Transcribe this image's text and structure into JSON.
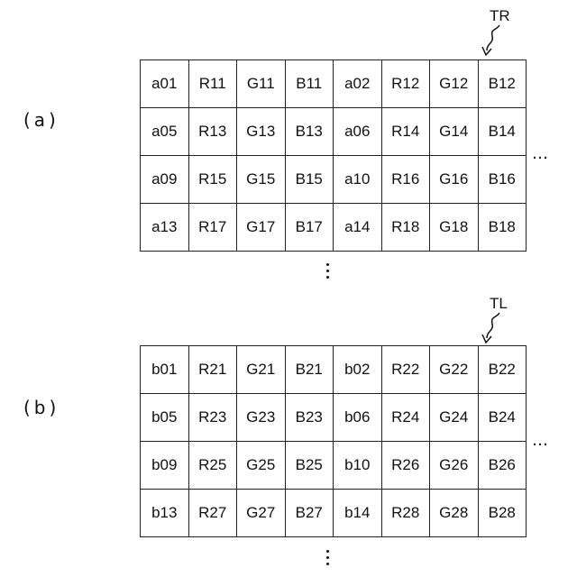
{
  "panels": [
    {
      "label": "(a)",
      "callout": "TR",
      "rows": [
        [
          "a01",
          "R11",
          "G11",
          "B11",
          "a02",
          "R12",
          "G12",
          "B12"
        ],
        [
          "a05",
          "R13",
          "G13",
          "B13",
          "a06",
          "R14",
          "G14",
          "B14"
        ],
        [
          "a09",
          "R15",
          "G15",
          "B15",
          "a10",
          "R16",
          "G16",
          "B16"
        ],
        [
          "a13",
          "R17",
          "G17",
          "B17",
          "a14",
          "R18",
          "G18",
          "B18"
        ]
      ],
      "ellipsis_right": "…",
      "ellipsis_below": "⋮"
    },
    {
      "label": "(b)",
      "callout": "TL",
      "rows": [
        [
          "b01",
          "R21",
          "G21",
          "B21",
          "b02",
          "R22",
          "G22",
          "B22"
        ],
        [
          "b05",
          "R23",
          "G23",
          "B23",
          "b06",
          "R24",
          "G24",
          "B24"
        ],
        [
          "b09",
          "R25",
          "G25",
          "B25",
          "b10",
          "R26",
          "G26",
          "B26"
        ],
        [
          "b13",
          "R27",
          "G27",
          "B27",
          "b14",
          "R28",
          "G28",
          "B28"
        ]
      ],
      "ellipsis_right": "…",
      "ellipsis_below": "⋮"
    }
  ]
}
